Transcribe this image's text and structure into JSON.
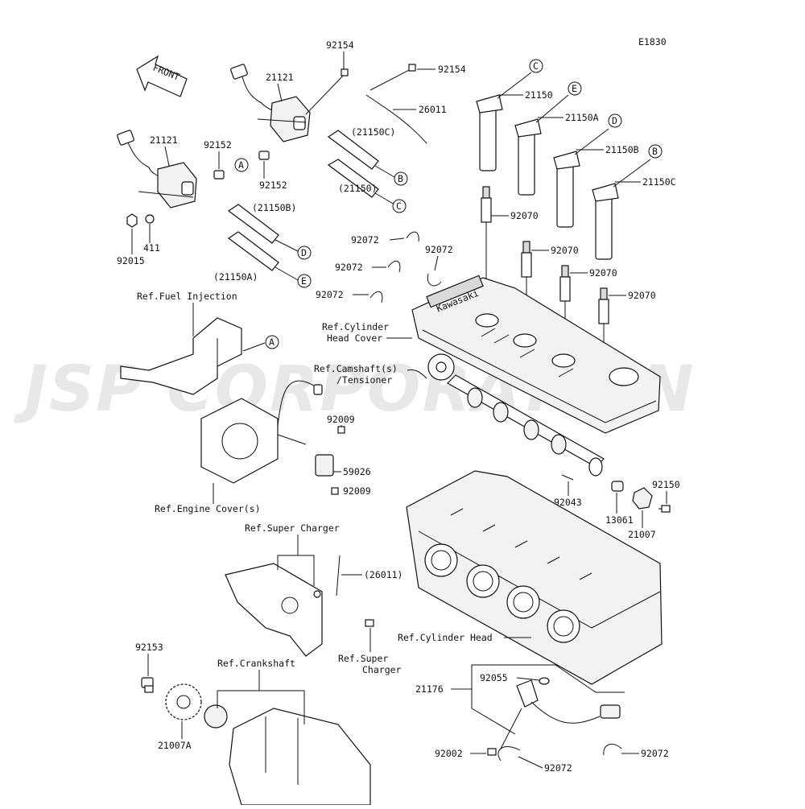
{
  "diagram": {
    "code": "E1830",
    "front_label": "FRONT",
    "watermark": "JSP CORPORATION"
  },
  "parts": {
    "p92154a": "92154",
    "p92154b": "92154",
    "p21121a": "21121",
    "p21121b": "21121",
    "p26011": "26011",
    "p21150C_paren": "(21150C)",
    "p92152a": "92152",
    "p92152b": "92152",
    "p21150_paren": "(21150)",
    "p21150B_paren": "(21150B)",
    "p21150A_paren": "(21150A)",
    "p411": "411",
    "p92015": "92015",
    "p21150": "21150",
    "p21150A": "21150A",
    "p21150B": "21150B",
    "p21150C": "21150C",
    "p92070a": "92070",
    "p92070b": "92070",
    "p92070c": "92070",
    "p92070d": "92070",
    "p92072a": "92072",
    "p92072b": "92072",
    "p92072c": "92072",
    "p92072d": "92072",
    "p92072e": "92072",
    "p92072f": "92072",
    "p92009a": "92009",
    "p92009b": "92009",
    "p59026": "59026",
    "p92043": "92043",
    "p13061": "13061",
    "p21007": "21007",
    "p92150": "92150",
    "p26011_paren": "(26011)",
    "p92153": "92153",
    "p21007A": "21007A",
    "p92055": "92055",
    "p21176": "21176",
    "p92002": "92002"
  },
  "refs": {
    "fuel_injection": "Ref.Fuel Injection",
    "cyl_head_cover_1": "Ref.Cylinder",
    "cyl_head_cover_2": "Head Cover",
    "camshaft_1": "Ref.Camshaft(s)",
    "camshaft_2": "/Tensioner",
    "engine_cover": "Ref.Engine Cover(s)",
    "super_charger_top": "Ref.Super Charger",
    "super_charger_bot_1": "Ref.Super",
    "super_charger_bot_2": "Charger",
    "crankshaft": "Ref.Crankshaft",
    "cylinder_head": "Ref.Cylinder Head"
  },
  "callouts": {
    "A": "A",
    "B": "B",
    "C": "C",
    "D": "D",
    "E": "E"
  },
  "cover_brand": "Kawasaki"
}
